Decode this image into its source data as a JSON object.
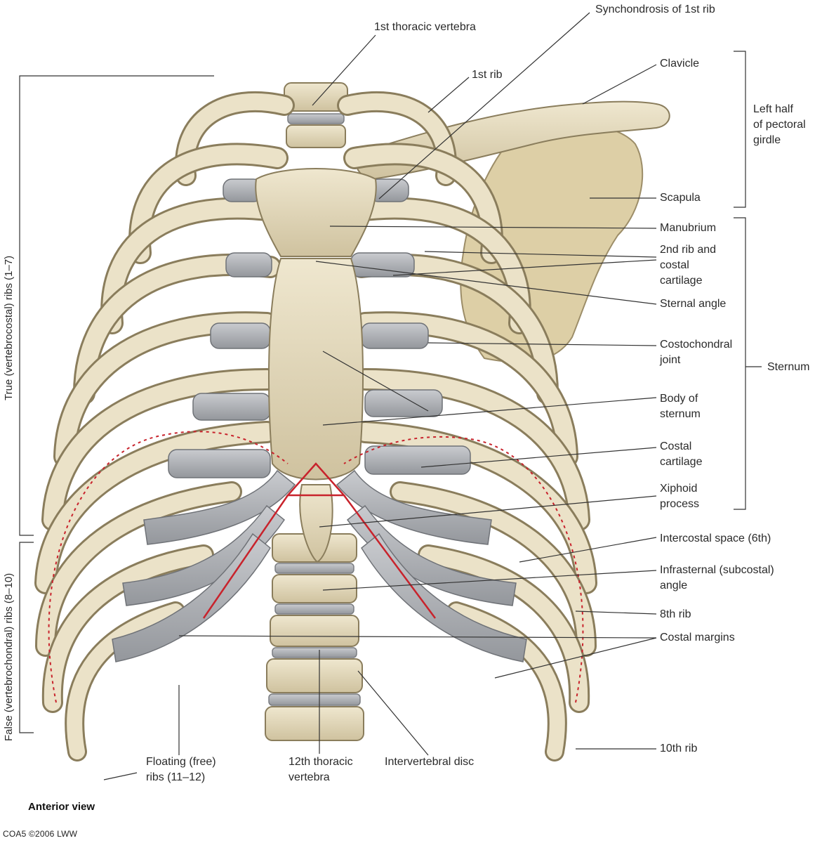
{
  "figure": {
    "view_caption": "Anterior view",
    "credit": "COA5 ©2006 LWW"
  },
  "labels": {
    "first_thoracic_vertebra": "1st thoracic vertebra",
    "synchondrosis": "Synchondrosis of 1st rib",
    "first_rib": "1st rib",
    "clavicle": "Clavicle",
    "pectoral_girdle": "Left half\nof pectoral\ngirdle",
    "scapula": "Scapula",
    "manubrium": "Manubrium",
    "second_rib": "2nd rib and\ncostal\ncartilage",
    "sternal_angle": "Sternal angle",
    "costochondral": "Costochondral\njoint",
    "sternum": "Sternum",
    "body_of_sternum": "Body of\nsternum",
    "costal_cartilage": "Costal\ncartilage",
    "xiphoid": "Xiphoid\nprocess",
    "intercostal_space": "Intercostal space (6th)",
    "infrasternal": "Infrasternal (subcostal)\nangle",
    "eighth_rib": "8th rib",
    "costal_margins": "Costal margins",
    "tenth_rib": "10th rib",
    "floating_ribs": "Floating (free)\nribs (11–12)",
    "twelfth_vertebra": "12th thoracic\nvertebra",
    "intervertebral_disc": "Intervertebral disc",
    "true_ribs": "True (vertebrocostal) ribs (1–7)",
    "false_ribs": "False (vertebrochondral) ribs (8–10)"
  },
  "colors": {
    "bone": "#e6dcc0",
    "bone_shade": "#c9bc98",
    "cartilage": "#b7b9bd",
    "cartilage_shade": "#8f9297",
    "leader": "#333333",
    "angle_red": "#c8232c"
  }
}
